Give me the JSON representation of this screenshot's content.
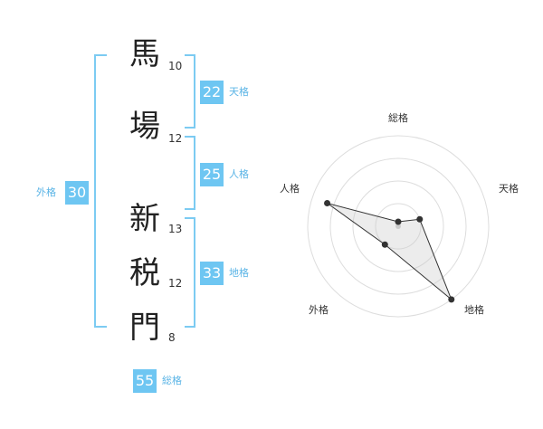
{
  "name_chars": [
    {
      "char": "馬",
      "strokes": "10"
    },
    {
      "char": "場",
      "strokes": "12"
    },
    {
      "char": "新",
      "strokes": "13"
    },
    {
      "char": "税",
      "strokes": "12"
    },
    {
      "char": "門",
      "strokes": "8"
    }
  ],
  "fortune": {
    "tenkaku": {
      "value": "22",
      "label": "天格"
    },
    "jinkaku": {
      "value": "25",
      "label": "人格"
    },
    "chikaku": {
      "value": "33",
      "label": "地格"
    },
    "gaikaku": {
      "value": "30",
      "label": "外格"
    },
    "soukaku": {
      "value": "55",
      "label": "総格"
    }
  },
  "colors": {
    "accent": "#6ec6f2",
    "bracket": "#7ccbf2",
    "label": "#5ab4e6"
  },
  "chart_data": {
    "type": "radar",
    "axes": [
      "総格",
      "天格",
      "地格",
      "外格",
      "人格"
    ],
    "levels": 4,
    "max": 4,
    "values": [
      0.2,
      1.0,
      4.0,
      1.0,
      3.3
    ]
  }
}
